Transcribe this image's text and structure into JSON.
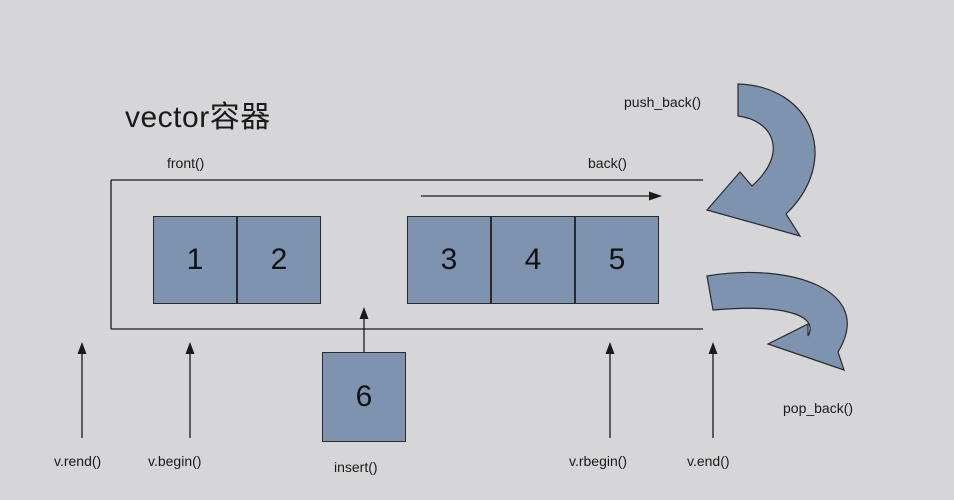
{
  "title": "vector容器",
  "labels": {
    "front": "front()",
    "back": "back()",
    "push_back": "push_back()",
    "pop_back": "pop_back()",
    "rend": "v.rend()",
    "begin": "v.begin()",
    "insert": "insert()",
    "rbegin": "v.rbegin()",
    "end": "v.end()"
  },
  "elements": [
    "1",
    "2",
    "3",
    "4",
    "5"
  ],
  "insert_value": "6",
  "colors": {
    "background": "#d6d6d8",
    "cell_fill": "#7d93b0",
    "curved_arrow_fill": "#7d93b0",
    "line": "#1a1a1a"
  }
}
